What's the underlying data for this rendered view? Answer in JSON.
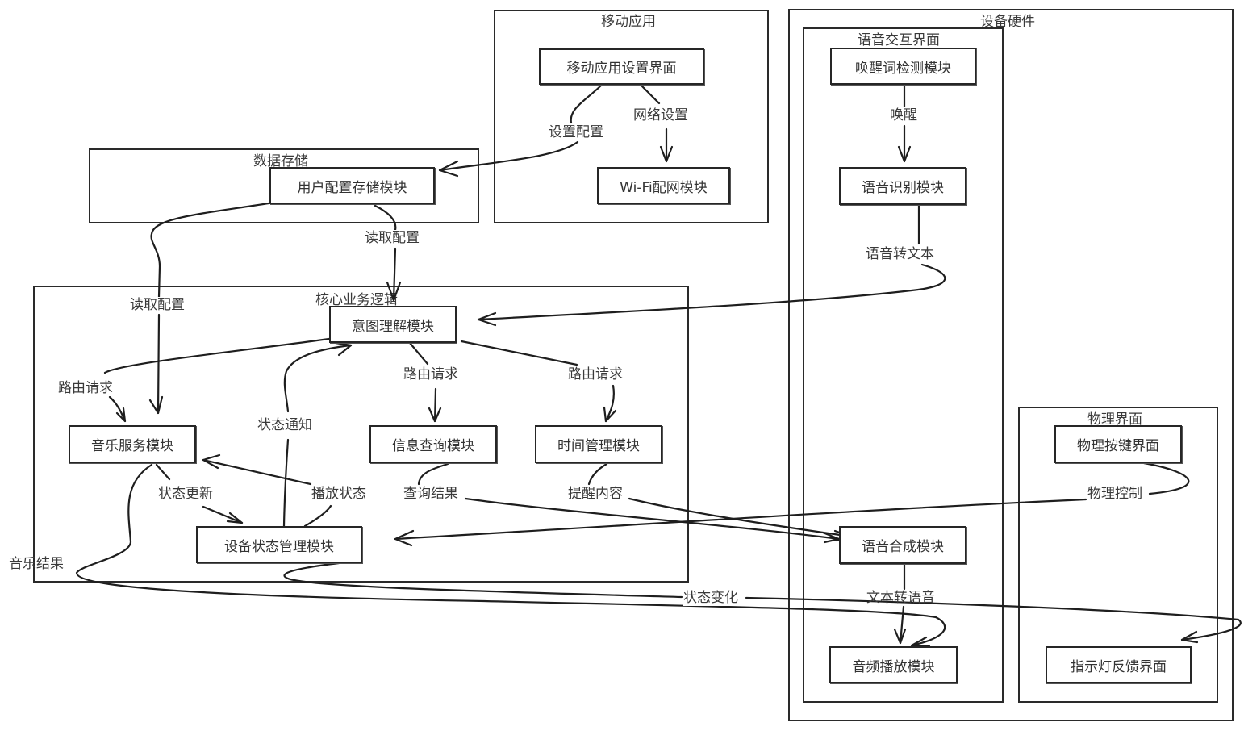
{
  "diagram": {
    "groups": {
      "mobile_app": "移动应用",
      "data_storage": "数据存储",
      "core_logic": "核心业务逻辑",
      "device_hardware": "设备硬件",
      "voice_ui": "语音交互界面",
      "physical_ui": "物理界面"
    },
    "nodes": {
      "mobile_settings": "移动应用设置界面",
      "wifi_module": "Wi-Fi配网模块",
      "user_config_store": "用户配置存储模块",
      "intent_module": "意图理解模块",
      "music_service": "音乐服务模块",
      "info_query": "信息查询模块",
      "time_mgmt": "时间管理模块",
      "device_state": "设备状态管理模块",
      "wake_word": "唤醒词检测模块",
      "speech_recognition": "语音识别模块",
      "speech_synthesis": "语音合成模块",
      "audio_playback": "音频播放模块",
      "physical_keys": "物理按键界面",
      "indicator_light": "指示灯反馈界面"
    },
    "edges": [
      {
        "id": "settings_to_store",
        "label": "设置配置",
        "from": "mobile_settings",
        "to": "user_config_store"
      },
      {
        "id": "settings_to_wifi",
        "label": "网络设置",
        "from": "mobile_settings",
        "to": "wifi_module"
      },
      {
        "id": "store_to_intent",
        "label": "读取配置",
        "from": "user_config_store",
        "to": "intent_module"
      },
      {
        "id": "store_to_music",
        "label": "读取配置",
        "from": "user_config_store",
        "to": "music_service"
      },
      {
        "id": "intent_to_music",
        "label": "路由请求",
        "from": "intent_module",
        "to": "music_service"
      },
      {
        "id": "intent_to_info",
        "label": "路由请求",
        "from": "intent_module",
        "to": "info_query"
      },
      {
        "id": "intent_to_time",
        "label": "路由请求",
        "from": "intent_module",
        "to": "time_mgmt"
      },
      {
        "id": "state_to_intent",
        "label": "状态通知",
        "from": "device_state",
        "to": "intent_module"
      },
      {
        "id": "music_to_state",
        "label": "状态更新",
        "from": "music_service",
        "to": "device_state"
      },
      {
        "id": "state_to_music",
        "label": "播放状态",
        "from": "device_state",
        "to": "music_service"
      },
      {
        "id": "info_to_tts",
        "label": "查询结果",
        "from": "info_query",
        "to": "speech_synthesis"
      },
      {
        "id": "time_to_tts",
        "label": "提醒内容",
        "from": "time_mgmt",
        "to": "speech_synthesis"
      },
      {
        "id": "music_to_audio",
        "label": "音乐结果",
        "from": "music_service",
        "to": "audio_playback"
      },
      {
        "id": "state_to_light",
        "label": "状态变化",
        "from": "device_state",
        "to": "indicator_light"
      },
      {
        "id": "wake_to_asr",
        "label": "唤醒",
        "from": "wake_word",
        "to": "speech_recognition"
      },
      {
        "id": "asr_to_intent",
        "label": "语音转文本",
        "from": "speech_recognition",
        "to": "intent_module"
      },
      {
        "id": "tts_to_audio",
        "label": "文本转语音",
        "from": "speech_synthesis",
        "to": "audio_playback"
      },
      {
        "id": "keys_to_state",
        "label": "物理控制",
        "from": "physical_keys",
        "to": "device_state"
      }
    ]
  }
}
